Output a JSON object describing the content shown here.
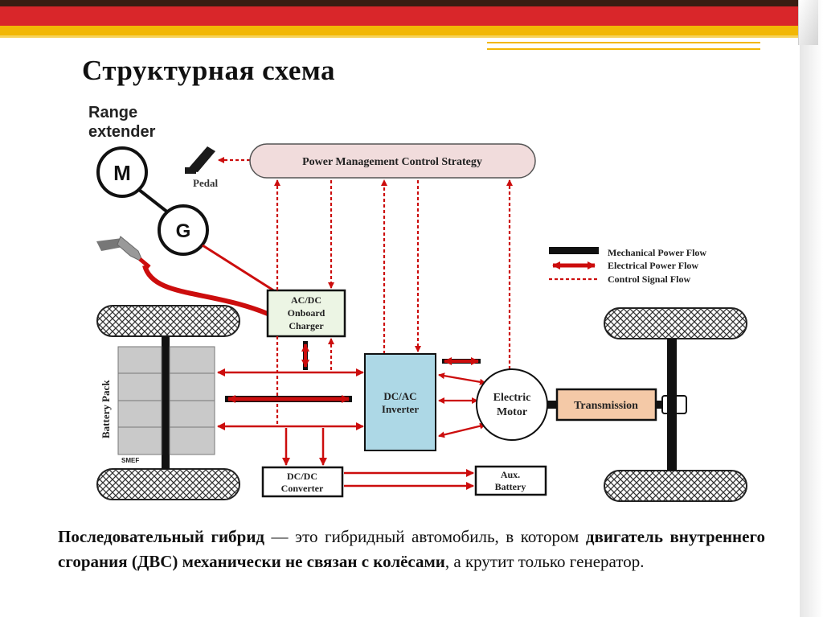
{
  "slide": {
    "title": "Структурная схема"
  },
  "diagram": {
    "range_extender_line1": "Range",
    "range_extender_line2": "extender",
    "motor_letter": "M",
    "generator_letter": "G",
    "pedal_label": "Pedal",
    "pmcs_label": "Power Management Control Strategy",
    "legend": [
      {
        "label": "Mechanical Power Flow",
        "style": "mechanical"
      },
      {
        "label": "Electrical Power Flow",
        "style": "electrical"
      },
      {
        "label": "Control Signal Flow",
        "style": "control"
      }
    ],
    "charger_line1": "AC/DC",
    "charger_line2": "Onboard",
    "charger_line3": "Charger",
    "battery_pack_label": "Battery Pack",
    "smef_label": "SMEF",
    "inverter_line1": "DC/AC",
    "inverter_line2": "Inverter",
    "motor_line1": "Electric",
    "motor_line2": "Motor",
    "transmission_label": "Transmission",
    "dcdc_line1": "DC/DC",
    "dcdc_line2": "Converter",
    "aux_line1": "Aux.",
    "aux_line2": "Battery"
  },
  "caption": {
    "bold1": "Последовательный гибрид",
    "text1": " — это гибридный автомобиль, в котором ",
    "bold2": "двигатель внутреннего сгорания (ДВС) механически не связан с колёсами",
    "text2": ", а крутит только генератор."
  },
  "colors": {
    "header_red": "#d9262a",
    "header_yellow": "#f2b705",
    "arrow_red": "#cc0d0d",
    "pmcs_fill": "#f1dcdc",
    "inverter_fill": "#add8e6",
    "transmission_fill": "#f4c9a7",
    "charger_fill": "#ecf5e4"
  }
}
